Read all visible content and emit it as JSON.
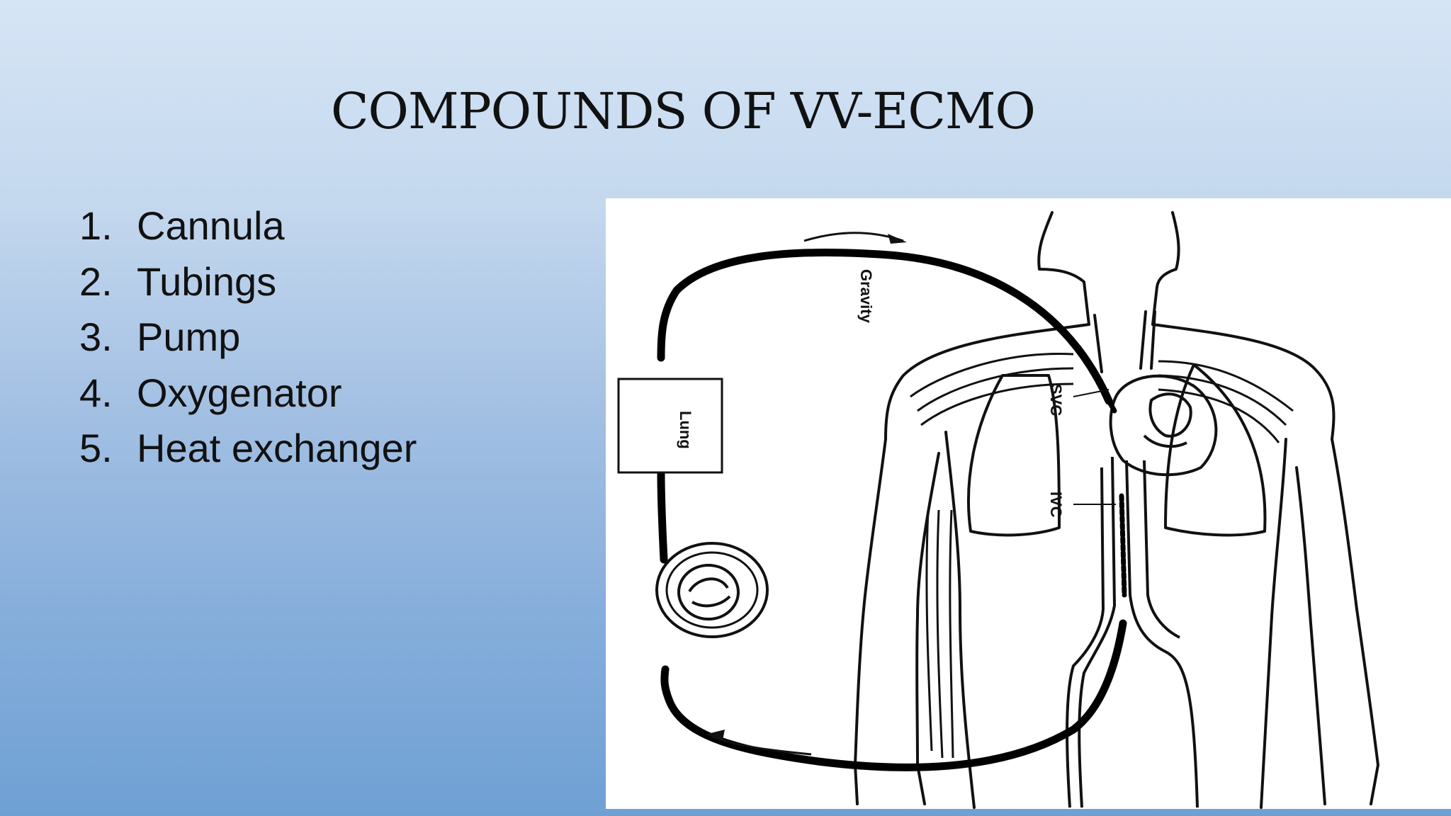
{
  "slide": {
    "title": "COMPOUNDS OF VV-ECMO",
    "items": [
      {
        "num": "1.",
        "label": "Cannula"
      },
      {
        "num": "2.",
        "label": "Tubings"
      },
      {
        "num": "3.",
        "label": "Pump"
      },
      {
        "num": "4.",
        "label": "Oxygenator"
      },
      {
        "num": "5.",
        "label": "Heat exchanger"
      }
    ]
  },
  "diagram": {
    "labels": {
      "gravity": "Gravity",
      "lung": "Lung",
      "svc": "SVC",
      "ivc": "IVC"
    }
  }
}
